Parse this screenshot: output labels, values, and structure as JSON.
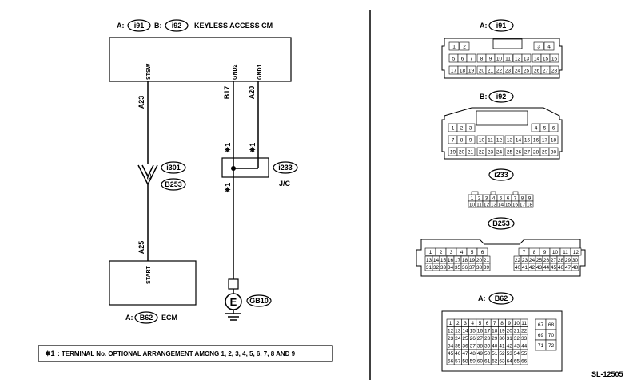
{
  "keyless": {
    "a_prefix": "A:",
    "a_code": "i91",
    "b_prefix": "B:",
    "b_code": "i92",
    "name": "KEYLESS ACCESS CM",
    "pins": [
      "STSW",
      "GND2",
      "GND1"
    ]
  },
  "wires": {
    "a23": "A23",
    "b17": "B17",
    "a20": "A20",
    "a25": "A25",
    "p25": "25"
  },
  "marks": {
    "star1": "✵1"
  },
  "conn_i301": "i301",
  "conn_b253": "B253",
  "jc": {
    "code": "i233",
    "name": "J/C"
  },
  "ecm": {
    "prefix": "A:",
    "code": "B62",
    "name": "ECM",
    "pin": "START"
  },
  "ground": {
    "symbol": "E",
    "code": "GB10"
  },
  "footnote": {
    "mark": "✵1",
    "text": ": TERMINAL No. OPTIONAL ARRANGEMENT AMONG 1, 2, 3, 4, 5, 6, 7, 8 AND 9"
  },
  "connectors": {
    "i91": {
      "prefix": "A:",
      "code": "i91",
      "rows": [
        [
          "1",
          "2",
          "",
          "3",
          "4"
        ],
        [
          "5",
          "6",
          "7",
          "8",
          "9",
          "10",
          "11",
          "12",
          "13",
          "14",
          "15",
          "16"
        ],
        [
          "17",
          "18",
          "19",
          "20",
          "21",
          "22",
          "23",
          "24",
          "25",
          "26",
          "27",
          "28"
        ]
      ]
    },
    "i92": {
      "prefix": "B:",
      "code": "i92",
      "rows": [
        [
          "1",
          "2",
          "3",
          "4",
          "5",
          "6"
        ],
        [
          "7",
          "8",
          "9",
          "10",
          "11",
          "12",
          "13",
          "14",
          "15",
          "16",
          "17",
          "18"
        ],
        [
          "19",
          "20",
          "21",
          "22",
          "23",
          "24",
          "25",
          "26",
          "27",
          "28",
          "29",
          "30"
        ]
      ]
    },
    "i233": {
      "code": "i233",
      "rows": [
        [
          "1",
          "2",
          "3",
          "4",
          "5",
          "6",
          "7",
          "8",
          "9"
        ],
        [
          "10",
          "11",
          "12",
          "13",
          "14",
          "15",
          "16",
          "17",
          "18"
        ]
      ]
    },
    "b253": {
      "code": "B253",
      "rows": [
        [
          "1",
          "2",
          "3",
          "4",
          "5",
          "6",
          "7",
          "8",
          "9",
          "10",
          "11",
          "12"
        ],
        [
          "13",
          "14",
          "15",
          "16",
          "17",
          "18",
          "19",
          "20",
          "21",
          "22",
          "23",
          "24",
          "25",
          "26",
          "27",
          "28",
          "29",
          "30"
        ],
        [
          "31",
          "32",
          "33",
          "34",
          "35",
          "36",
          "37",
          "38",
          "39",
          "40",
          "41",
          "42",
          "43",
          "44",
          "45",
          "46",
          "47",
          "48"
        ]
      ]
    },
    "b62": {
      "prefix": "A:",
      "code": "B62",
      "rows": [
        [
          "1",
          "2",
          "3",
          "4",
          "5",
          "6",
          "7",
          "8",
          "9",
          "10",
          "11"
        ],
        [
          "12",
          "13",
          "14",
          "15",
          "16",
          "17",
          "18",
          "19",
          "20",
          "21",
          "22"
        ],
        [
          "23",
          "24",
          "25",
          "26",
          "27",
          "28",
          "29",
          "30",
          "31",
          "32",
          "33"
        ],
        [
          "34",
          "35",
          "36",
          "37",
          "38",
          "39",
          "40",
          "41",
          "42",
          "43",
          "44"
        ],
        [
          "45",
          "46",
          "47",
          "48",
          "49",
          "50",
          "51",
          "52",
          "53",
          "54",
          "55"
        ],
        [
          "56",
          "57",
          "58",
          "59",
          "60",
          "61",
          "62",
          "63",
          "64",
          "65",
          "66"
        ]
      ],
      "extra": [
        "67",
        "68",
        "69",
        "70",
        "71",
        "72"
      ]
    }
  },
  "ref": "SL-12505"
}
